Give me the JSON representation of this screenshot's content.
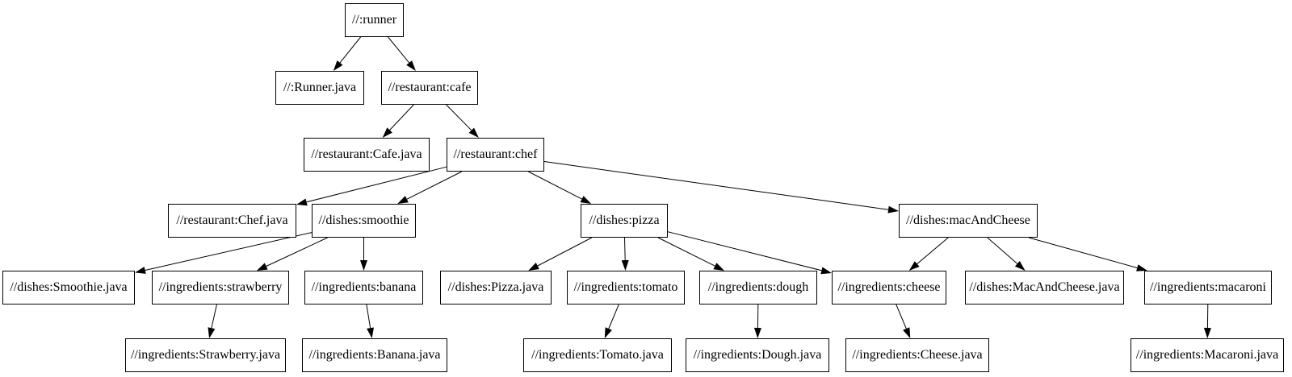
{
  "diagram": {
    "type": "dependency-graph",
    "background_color": "#ffffff",
    "node_fill_color": "#ffffff",
    "node_border_color": "#000000",
    "edge_color": "#000000",
    "text_color": "#000000",
    "nodes": [
      {
        "id": "runner",
        "label": "//:runner"
      },
      {
        "id": "runner-java",
        "label": "//:Runner.java"
      },
      {
        "id": "cafe",
        "label": "//restaurant:cafe"
      },
      {
        "id": "cafe-java",
        "label": "//restaurant:Cafe.java"
      },
      {
        "id": "chef",
        "label": "//restaurant:chef"
      },
      {
        "id": "chef-java",
        "label": "//restaurant:Chef.java"
      },
      {
        "id": "smoothie",
        "label": "//dishes:smoothie"
      },
      {
        "id": "pizza",
        "label": "//dishes:pizza"
      },
      {
        "id": "mac-and-cheese",
        "label": "//dishes:macAndCheese"
      },
      {
        "id": "smoothie-java",
        "label": "//dishes:Smoothie.java"
      },
      {
        "id": "strawberry",
        "label": "//ingredients:strawberry"
      },
      {
        "id": "banana",
        "label": "//ingredients:banana"
      },
      {
        "id": "pizza-java",
        "label": "//dishes:Pizza.java"
      },
      {
        "id": "tomato",
        "label": "//ingredients:tomato"
      },
      {
        "id": "dough",
        "label": "//ingredients:dough"
      },
      {
        "id": "cheese",
        "label": "//ingredients:cheese"
      },
      {
        "id": "mac-and-cheese-java",
        "label": "//dishes:MacAndCheese.java"
      },
      {
        "id": "macaroni",
        "label": "//ingredients:macaroni"
      },
      {
        "id": "strawberry-java",
        "label": "//ingredients:Strawberry.java"
      },
      {
        "id": "banana-java",
        "label": "//ingredients:Banana.java"
      },
      {
        "id": "tomato-java",
        "label": "//ingredients:Tomato.java"
      },
      {
        "id": "dough-java",
        "label": "//ingredients:Dough.java"
      },
      {
        "id": "cheese-java",
        "label": "//ingredients:Cheese.java"
      },
      {
        "id": "macaroni-java",
        "label": "//ingredients:Macaroni.java"
      }
    ],
    "edges": [
      {
        "from": "runner",
        "to": "runner-java"
      },
      {
        "from": "runner",
        "to": "cafe"
      },
      {
        "from": "cafe",
        "to": "cafe-java"
      },
      {
        "from": "cafe",
        "to": "chef"
      },
      {
        "from": "chef",
        "to": "chef-java"
      },
      {
        "from": "chef",
        "to": "smoothie"
      },
      {
        "from": "chef",
        "to": "pizza"
      },
      {
        "from": "chef",
        "to": "mac-and-cheese"
      },
      {
        "from": "smoothie",
        "to": "smoothie-java"
      },
      {
        "from": "smoothie",
        "to": "strawberry"
      },
      {
        "from": "smoothie",
        "to": "banana"
      },
      {
        "from": "pizza",
        "to": "pizza-java"
      },
      {
        "from": "pizza",
        "to": "tomato"
      },
      {
        "from": "pizza",
        "to": "dough"
      },
      {
        "from": "pizza",
        "to": "cheese"
      },
      {
        "from": "mac-and-cheese",
        "to": "cheese"
      },
      {
        "from": "mac-and-cheese",
        "to": "mac-and-cheese-java"
      },
      {
        "from": "mac-and-cheese",
        "to": "macaroni"
      },
      {
        "from": "strawberry",
        "to": "strawberry-java"
      },
      {
        "from": "banana",
        "to": "banana-java"
      },
      {
        "from": "tomato",
        "to": "tomato-java"
      },
      {
        "from": "dough",
        "to": "dough-java"
      },
      {
        "from": "cheese",
        "to": "cheese-java"
      },
      {
        "from": "macaroni",
        "to": "macaroni-java"
      }
    ]
  }
}
